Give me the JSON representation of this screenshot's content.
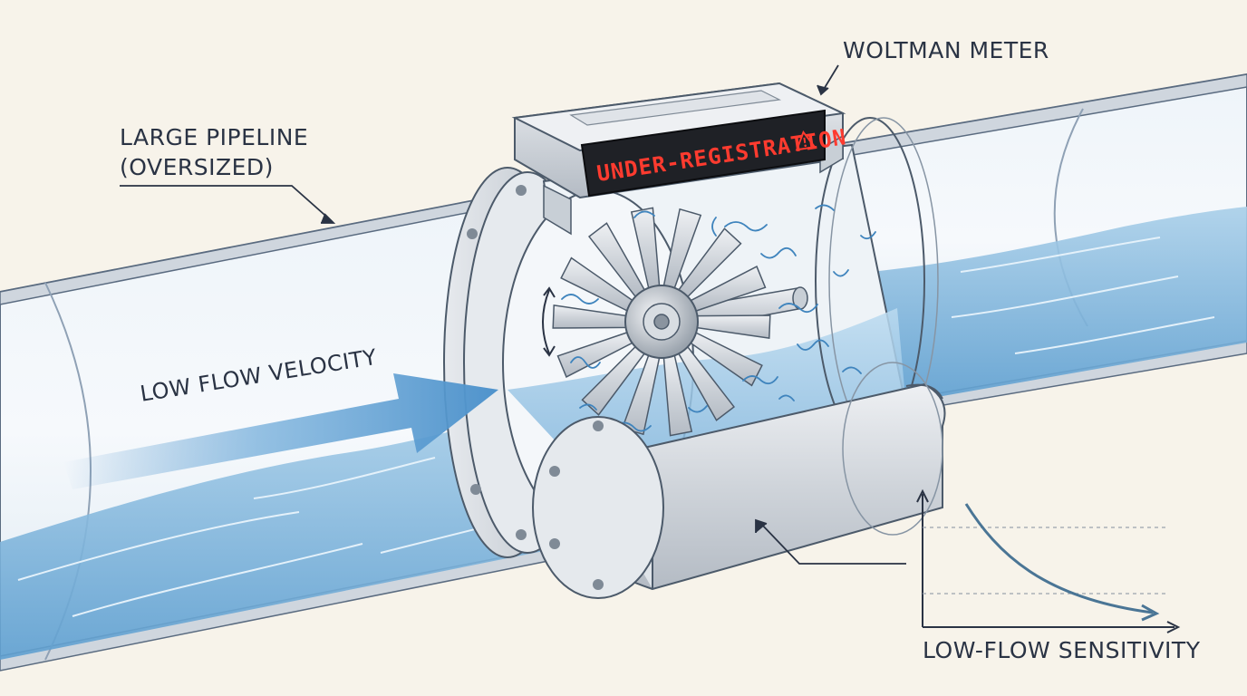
{
  "labels": {
    "meter": "WOLTMAN METER",
    "pipeline_line1": "LARGE PIPELINE",
    "pipeline_line2": "(OVERSIZED)",
    "velocity": "LOW FLOW VELOCITY",
    "sensitivity": "LOW-FLOW SENSITIVITY"
  },
  "display": {
    "text": "UNDER-REGISTRATION",
    "warning_icon": "warning-triangle-icon",
    "text_color": "#ff3b2f"
  },
  "colors": {
    "background": "#f7f3ea",
    "water": "#7fb6dd",
    "arrow": "#4f93cc",
    "outline": "#2a3344",
    "curve": "#4a7595"
  }
}
